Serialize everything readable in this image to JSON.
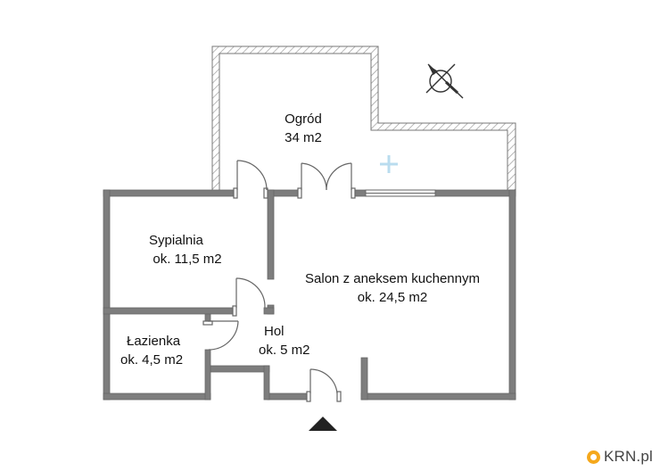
{
  "rooms": {
    "garden": {
      "name": "Ogród",
      "area": "34 m2"
    },
    "bedroom": {
      "name": "Sypialnia",
      "area": "ok. 11,5 m2"
    },
    "living": {
      "name": "Salon z aneksem kuchennym",
      "area": "ok. 24,5 m2"
    },
    "bathroom": {
      "name": "Łazienka",
      "area": "ok. 4,5 m2"
    },
    "hall": {
      "name": "Hol",
      "area": "ok. 5 m2"
    }
  },
  "watermark": {
    "text": "KRN.pl",
    "color": "#f5a81c"
  },
  "colors": {
    "wall": "#777777",
    "wall_fill": "#8a8a8a",
    "hatch": "#999999",
    "text": "#111111",
    "entrance": "#222222"
  },
  "icons": {
    "compass": "compass-rose-icon",
    "entrance": "entrance-arrow-icon"
  }
}
